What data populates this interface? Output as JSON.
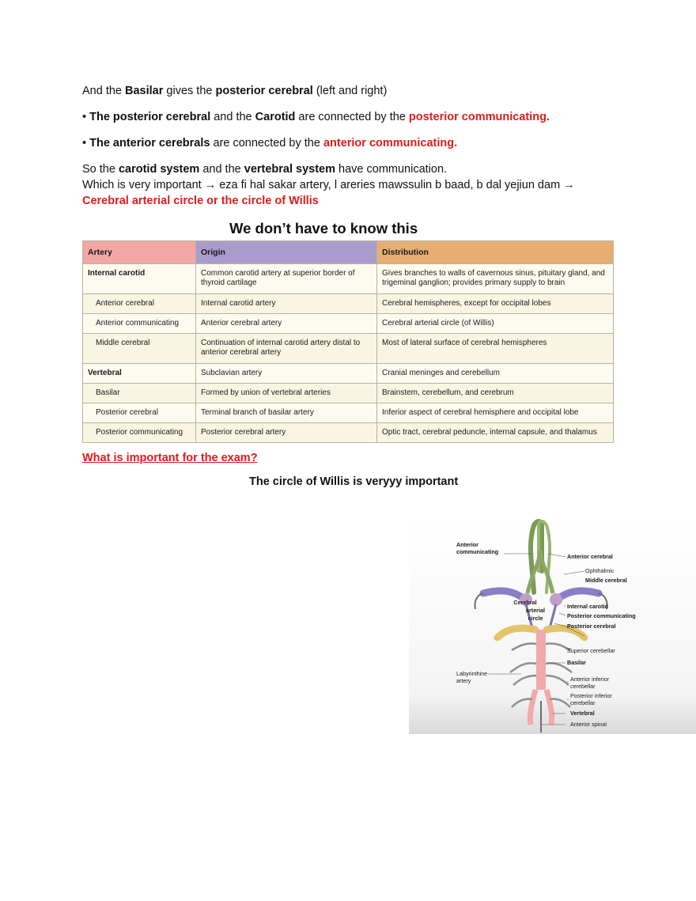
{
  "line1": {
    "t1": "And the ",
    "b1": "Basilar",
    "t2": " gives the ",
    "b2": "posterior cerebral",
    "t3": " (left and right)"
  },
  "line2": {
    "bullet": "• ",
    "b1": "The posterior cerebral",
    "t1": " and the ",
    "b2": "Carotid",
    "t2": " are connected by the ",
    "r1": "posterior communicating."
  },
  "line3": {
    "bullet": "• ",
    "b1": "The anterior cerebrals",
    "t1": " are connected by the ",
    "r1": "anterior communicating."
  },
  "line4": {
    "t1": "So the ",
    "b1": "carotid system",
    "t2": " and the ",
    "b2": "vertebral system",
    "t3": " have communication."
  },
  "line5": {
    "t1": "Which is very important → eza fi hal sakar artery, l areries mawssulin b baad, b dal yejiun dam →"
  },
  "line6": {
    "r1": "Cerebral arterial circle or the circle of Willis"
  },
  "heading": "We don’t have to know this",
  "table": {
    "headers": [
      "Artery",
      "Origin",
      "Distribution"
    ],
    "rows": [
      {
        "artery": "Internal carotid",
        "origin": "Common carotid artery at superior border of thyroid cartilage",
        "distribution": "Gives branches to walls of cavernous sinus, pituitary gland, and trigeminal ganglion; provides primary supply to brain"
      },
      {
        "artery": "Anterior cerebral",
        "origin": "Internal carotid artery",
        "distribution": "Cerebral hemispheres, except for occipital lobes"
      },
      {
        "artery": "Anterior communicating",
        "origin": "Anterior cerebral artery",
        "distribution": "Cerebral arterial circle (of Willis)"
      },
      {
        "artery": "Middle cerebral",
        "origin": "Continuation of internal carotid artery distal to anterior cerebral artery",
        "distribution": "Most of lateral surface of cerebral hemispheres"
      },
      {
        "artery": "Vertebral",
        "origin": "Subclavian artery",
        "distribution": "Cranial meninges and cerebellum"
      },
      {
        "artery": "Basilar",
        "origin": "Formed by union of vertebral arteries",
        "distribution": "Brainstem, cerebellum, and cerebrum"
      },
      {
        "artery": "Posterior cerebral",
        "origin": "Terminal branch of basilar artery",
        "distribution": "Inferior aspect of cerebral hemisphere and occipital lobe"
      },
      {
        "artery": "Posterior communicating",
        "origin": "Posterior cerebral artery",
        "distribution": "Optic tract, cerebral peduncle, internal capsule, and thalamus"
      }
    ]
  },
  "exam_question": "What is important for the exam?",
  "importance": "The circle of Willis is veryyy important",
  "diagram": {
    "labels": {
      "anterior_communicating_1": "Anterior",
      "anterior_communicating_2": "communicating",
      "anterior_cerebral": "Anterior cerebral",
      "ophthalmic": "Ophthalmic",
      "middle_cerebral": "Middle cerebral",
      "circle_1": "Cerebral",
      "circle_2": "arterial",
      "circle_3": "circle",
      "internal_carotid": "Internal carotid",
      "posterior_communicating": "Posterior communicating",
      "posterior_cerebral": "Posterior cerebral",
      "superior_cerebellar": "Superior cerebellar",
      "basilar": "Basilar",
      "labyrinthine_1": "Labyrinthine",
      "labyrinthine_2": "artery",
      "aica_1": "Anterior inferior",
      "aica_2": "cerebellar",
      "pica_1": "Posterior inferior",
      "pica_2": "cerebellar",
      "vertebral": "Vertebral",
      "anterior_spinal": "Anterior spinal"
    }
  }
}
